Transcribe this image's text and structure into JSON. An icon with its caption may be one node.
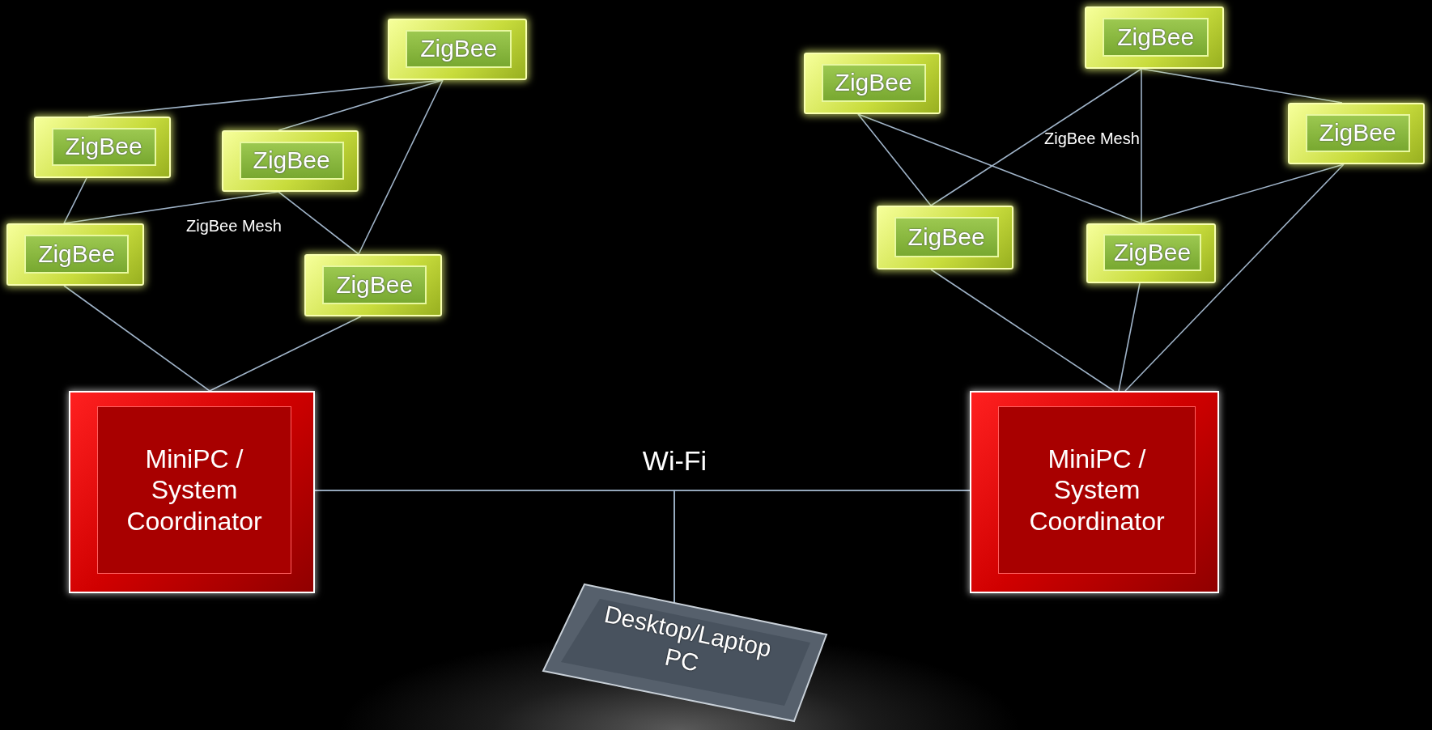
{
  "diagram": {
    "nodes": [
      {
        "text": [
          "ZigBee"
        ]
      },
      {
        "text": [
          "ZigBee"
        ]
      },
      {
        "text": [
          "ZigBee"
        ]
      },
      {
        "text": [
          "ZigBee"
        ]
      },
      {
        "text": [
          "ZigBee"
        ]
      },
      {
        "text": [
          "MiniPC / System Coordinator"
        ]
      },
      {
        "text": [
          "ZigBee"
        ]
      },
      {
        "text": [
          "ZigBee"
        ]
      },
      {
        "text": [
          "ZigBee"
        ]
      },
      {
        "text": [
          "ZigBee"
        ]
      },
      {
        "text": [
          "ZigBee"
        ]
      },
      {
        "text": [
          "MiniPC / System Coordinator"
        ]
      },
      {
        "text": [
          "Desktop/Laptop PC"
        ]
      }
    ],
    "edges": [
      {
        "from": 1,
        "to": 0,
        "arrow": "none"
      },
      {
        "from": 2,
        "to": 0,
        "arrow": "none"
      },
      {
        "from": 4,
        "to": 0,
        "arrow": "none"
      },
      {
        "from": 1,
        "to": 3,
        "arrow": "none"
      },
      {
        "from": 3,
        "to": 2,
        "arrow": "none"
      },
      {
        "from": 2,
        "to": 4,
        "arrow": "none"
      },
      {
        "from": 3,
        "to": 5,
        "arrow": "none"
      },
      {
        "from": 4,
        "to": 5,
        "arrow": "none"
      },
      {
        "from": 6,
        "to": 9,
        "arrow": "none"
      },
      {
        "from": 9,
        "to": 7,
        "arrow": "none"
      },
      {
        "from": 6,
        "to": 10,
        "arrow": "none"
      },
      {
        "from": 7,
        "to": 10,
        "arrow": "none"
      },
      {
        "from": 7,
        "to": 8,
        "arrow": "none"
      },
      {
        "from": 10,
        "to": 8,
        "arrow": "none"
      },
      {
        "from": 9,
        "to": 11,
        "arrow": "none"
      },
      {
        "from": 10,
        "to": 11,
        "arrow": "none"
      },
      {
        "from": 8,
        "to": 11,
        "arrow": "none"
      },
      {
        "from": 5,
        "to": 11,
        "arrow": "none",
        "label": "Wi-Fi"
      },
      {
        "from": 12,
        "to": 5,
        "arrow": "none"
      },
      {
        "from": 12,
        "to": 11,
        "arrow": "none"
      }
    ],
    "labels": [
      "ZigBee Mesh",
      "ZigBee Mesh"
    ]
  }
}
